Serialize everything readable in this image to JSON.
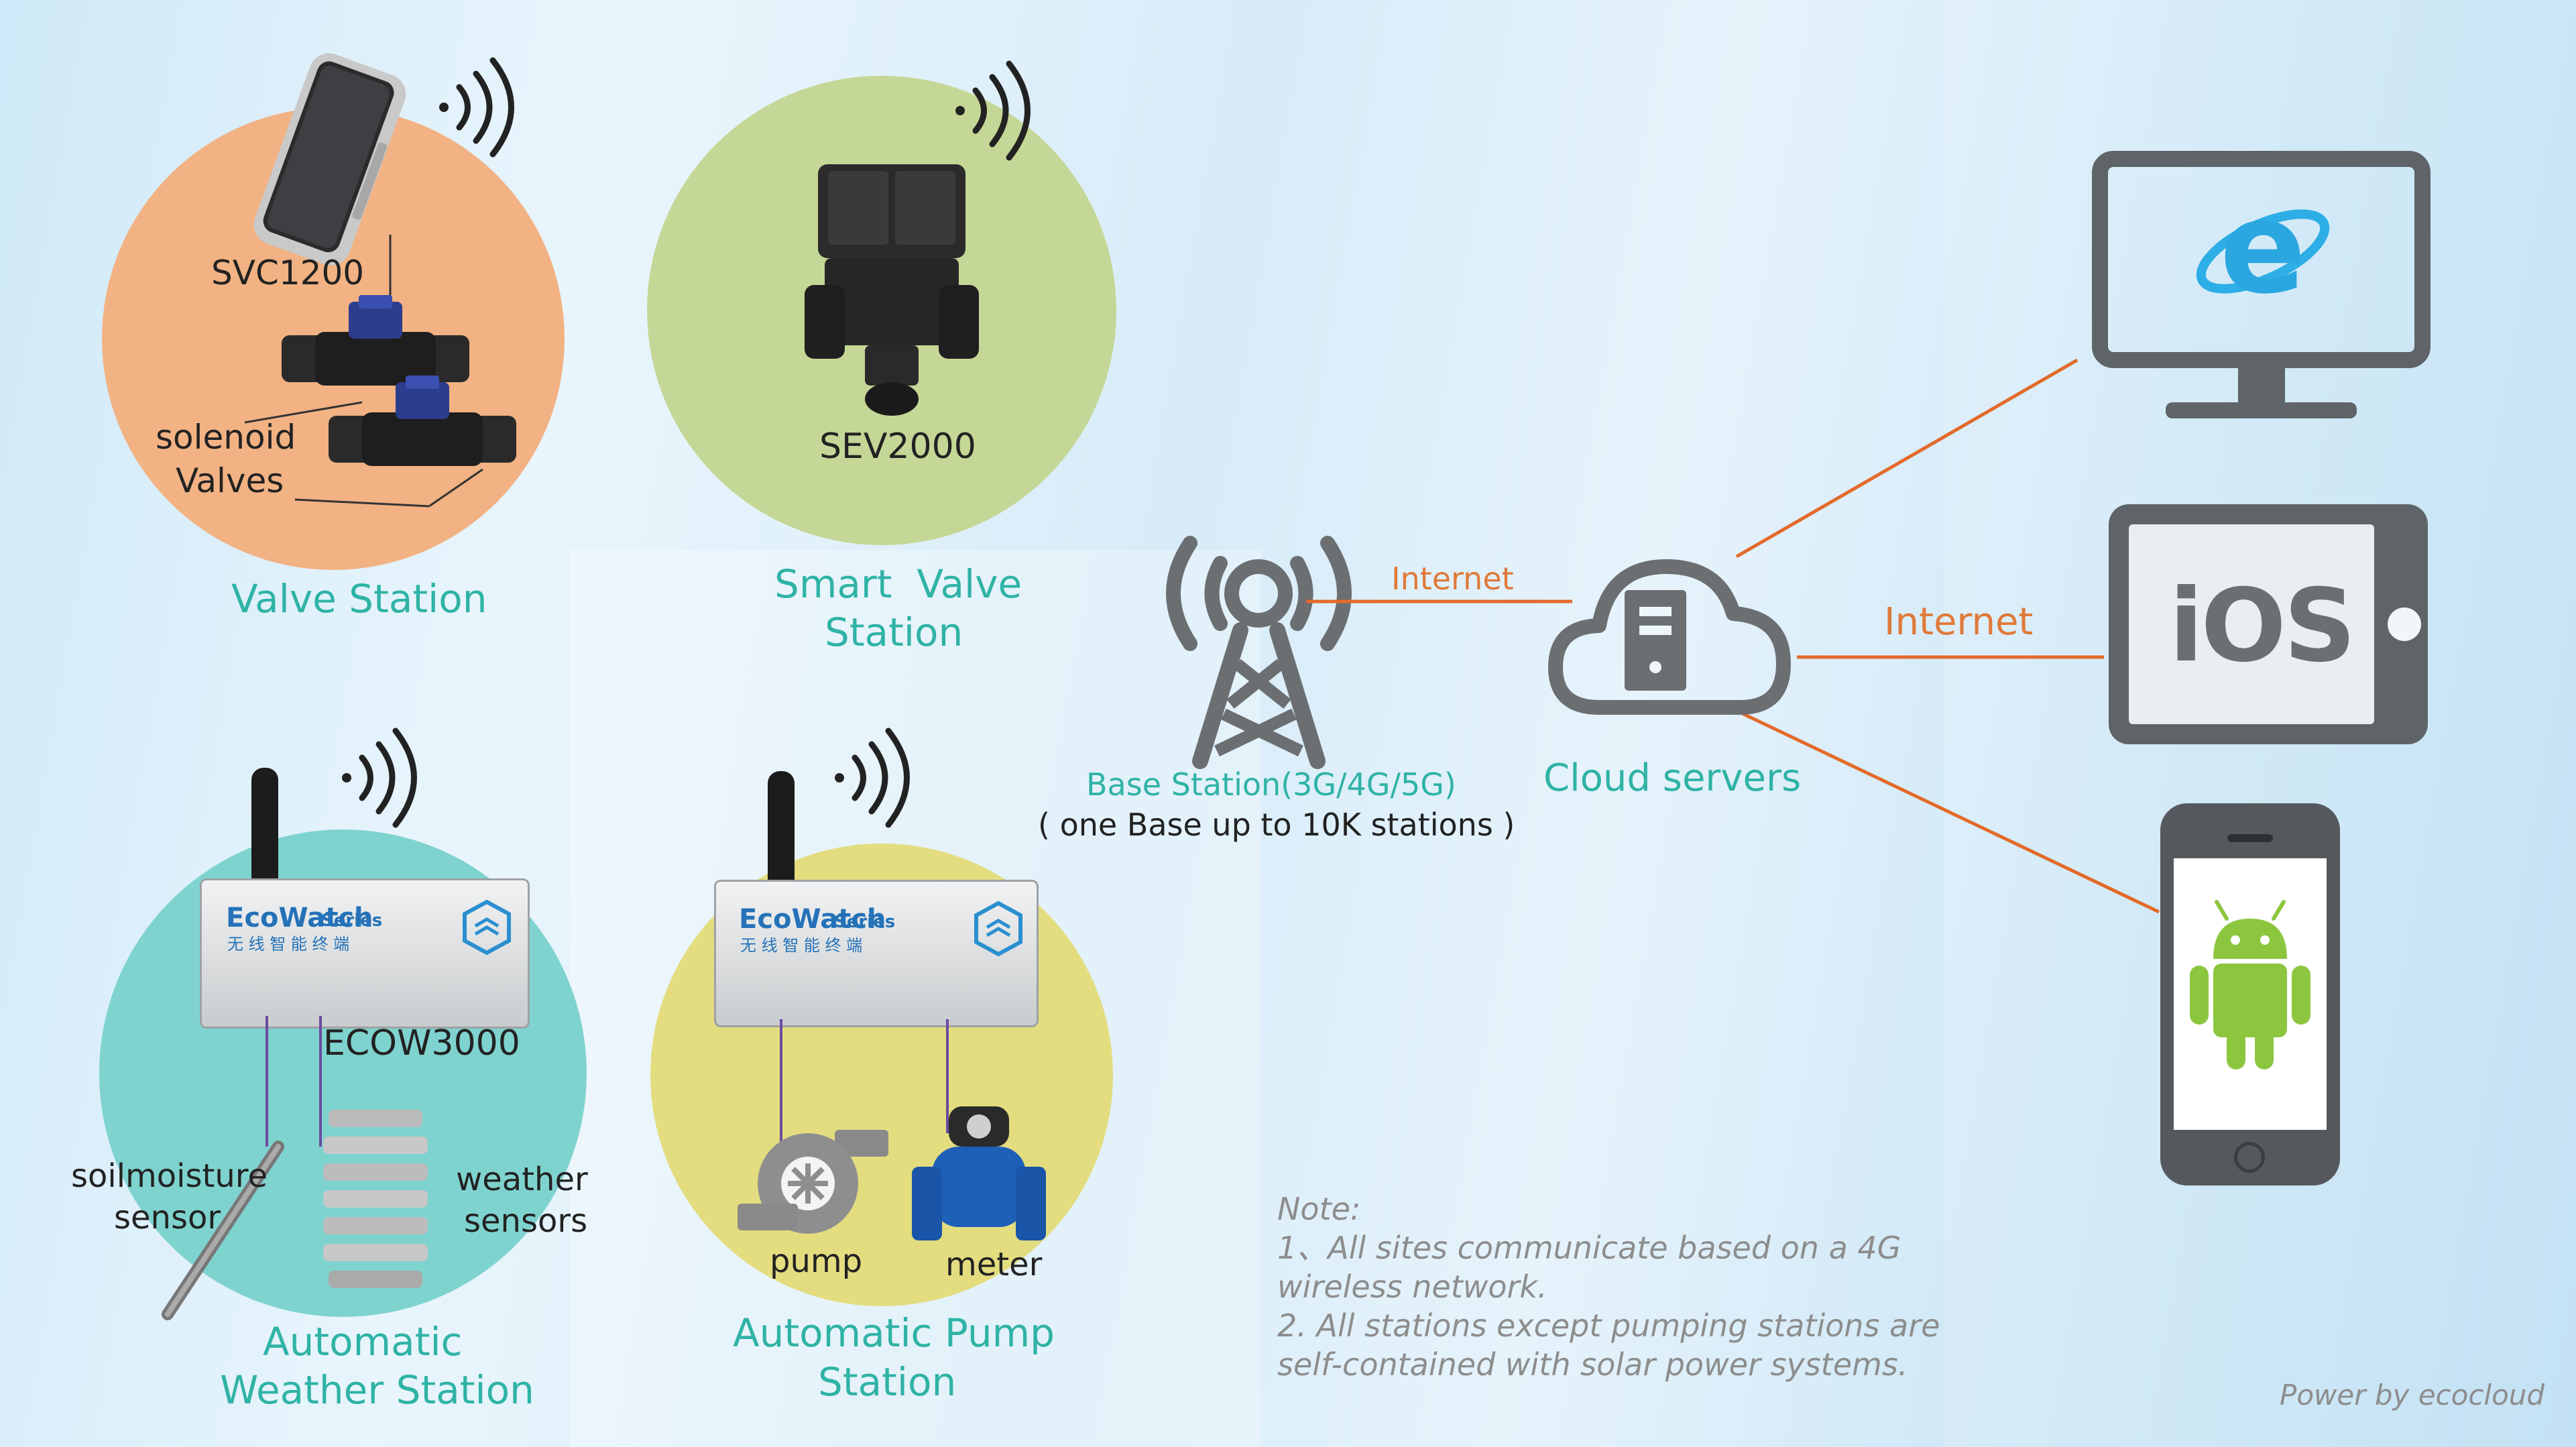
{
  "stations": {
    "valve": {
      "title": "Valve Station",
      "controller_label": "SVC1200",
      "valves_label_line1": "solenoid",
      "valves_label_line2": "Valves"
    },
    "smart_valve": {
      "title_line1": "Smart  Valve",
      "title_line2": "Station",
      "device_label": "SEV2000"
    },
    "weather": {
      "title_line1": "Automatic",
      "title_line2": "Weather Station",
      "device_label": "ECOW3000",
      "soil_label_line1": "soilmoisture",
      "soil_label_line2": "sensor",
      "weather_label_line1": "weather",
      "weather_label_line2": "sensors",
      "brand": "EcoWatch",
      "brand_series": "Series",
      "brand_sub": "无 线 智 能 终 端"
    },
    "pump": {
      "title_line1": "Automatic Pump",
      "title_line2": "Station",
      "pump_label": "pump",
      "meter_label": "meter",
      "brand": "EcoWatch",
      "brand_series": "Series",
      "brand_sub": "无 线 智 能 终 端"
    }
  },
  "base_station": {
    "label": "Base Station(3G/4G/5G)",
    "sub": "( one Base up to 10K stations )"
  },
  "links": {
    "base_to_cloud": "Internet",
    "cloud_to_tablet": "Internet"
  },
  "cloud": {
    "label": "Cloud servers"
  },
  "clients": {
    "tablet_text": "iOS"
  },
  "note": {
    "heading": "Note:",
    "line1": "1、All sites communicate based on a 4G",
    "line2": "wireless network.",
    "line3": "2. All stations except pumping stations are",
    "line4": "self-contained with solar power systems."
  },
  "footer": {
    "credit": "Power by ecocloud"
  },
  "colors": {
    "teal": "#2fb3a6",
    "orange_line": "#e36a2a",
    "circle_orange": "#f2b283",
    "circle_green": "#c5d796",
    "circle_teal": "#7fd3cf",
    "circle_yellow": "#e3dd80",
    "icon_gray": "#6b6f72"
  }
}
